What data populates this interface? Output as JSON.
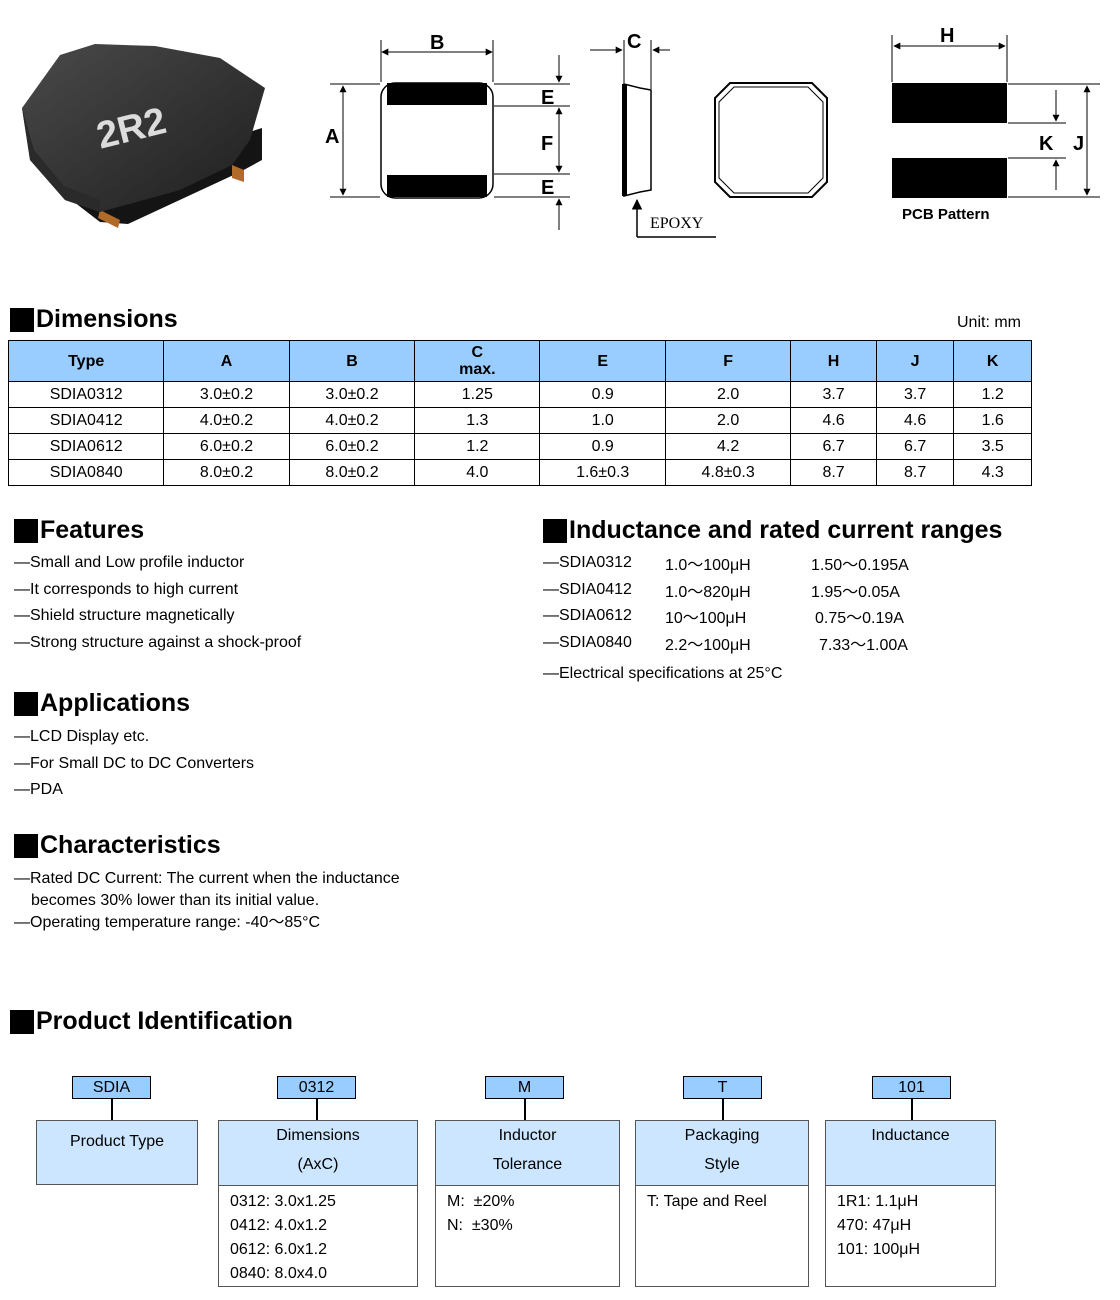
{
  "drawings": {
    "chip_marking": "2R2",
    "labels": {
      "A": "A",
      "B": "B",
      "C": "C",
      "E_top": "E",
      "F": "F",
      "E_bottom": "E",
      "H": "H",
      "J": "J",
      "K": "K"
    },
    "epoxy": "EPOXY",
    "pcb_pattern": "PCB Pattern"
  },
  "dimensions": {
    "title": "Dimensions",
    "unit": "Unit: mm",
    "headers": [
      "Type",
      "A",
      "B",
      "C",
      "E",
      "F",
      "H",
      "J",
      "K"
    ],
    "c_sub": "max.",
    "rows": [
      [
        "SDIA0312",
        "3.0±0.2",
        "3.0±0.2",
        "1.25",
        "0.9",
        "2.0",
        "3.7",
        "3.7",
        "1.2"
      ],
      [
        "SDIA0412",
        "4.0±0.2",
        "4.0±0.2",
        "1.3",
        "1.0",
        "2.0",
        "4.6",
        "4.6",
        "1.6"
      ],
      [
        "SDIA0612",
        "6.0±0.2",
        "6.0±0.2",
        "1.2",
        "0.9",
        "4.2",
        "6.7",
        "6.7",
        "3.5"
      ],
      [
        "SDIA0840",
        "8.0±0.2",
        "8.0±0.2",
        "4.0",
        "1.6±0.3",
        "4.8±0.3",
        "8.7",
        "8.7",
        "4.3"
      ]
    ]
  },
  "features": {
    "title": "Features",
    "items": [
      "Small and Low profile inductor",
      "It corresponds to high current",
      "Shield structure magnetically",
      "Strong structure against a shock-proof"
    ]
  },
  "inductance": {
    "title": "Inductance and rated current ranges",
    "rows": [
      {
        "type": "SDIA0312",
        "range": "1.0～100μH",
        "current": "1.50～0.195A"
      },
      {
        "type": "SDIA0412",
        "range": "1.0～820μH",
        "current": "1.95～0.05A"
      },
      {
        "type": "SDIA0612",
        "range": "10～100μH",
        "current": "0.75～0.19A"
      },
      {
        "type": "SDIA0840",
        "range": "2.2～100μH",
        "current": "7.33～1.00A"
      }
    ],
    "note": "Electrical specifications at 25°C"
  },
  "applications": {
    "title": "Applications",
    "items": [
      "LCD Display etc.",
      "For Small DC to DC Converters",
      "PDA"
    ]
  },
  "characteristics": {
    "title": "Characteristics",
    "item1_line1": "Rated DC Current: The current when the inductance",
    "item1_line2": "becomes 30% lower than its initial value.",
    "item2": "Operating temperature range: -40～85°C"
  },
  "product_id": {
    "title": "Product Identification",
    "blocks": [
      {
        "code": "SDIA",
        "head1": "Product Type",
        "head2": "",
        "lines": []
      },
      {
        "code": "0312",
        "head1": "Dimensions",
        "head2": "(AxC)",
        "lines": [
          "0312: 3.0x1.25",
          "0412: 4.0x1.2",
          "0612: 6.0x1.2",
          "0840: 8.0x4.0"
        ]
      },
      {
        "code": "M",
        "head1": "Inductor",
        "head2": "Tolerance",
        "lines": [
          "M:  ±20%",
          "N:  ±30%"
        ]
      },
      {
        "code": "T",
        "head1": "Packaging",
        "head2": "Style",
        "lines": [
          "T: Tape and Reel"
        ]
      },
      {
        "code": "101",
        "head1": "Inductance",
        "head2": "",
        "lines": [
          "1R1: 1.1μH",
          "470: 47μH",
          "101: 100μH"
        ]
      }
    ]
  }
}
